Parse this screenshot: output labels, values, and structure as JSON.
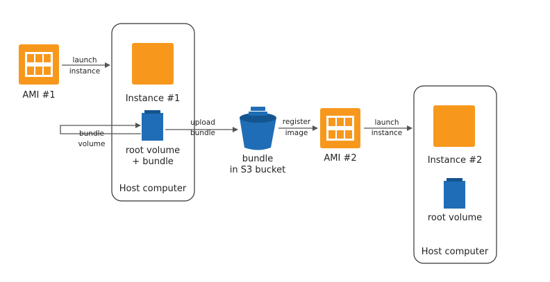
{
  "ami1_label": "AMI #1",
  "launch_instance_1": [
    "launch",
    "instance"
  ],
  "instance1_label": "Instance #1",
  "bundle_volume": [
    "bundle",
    "volume"
  ],
  "root_volume_bundle": [
    "root volume",
    "+ bundle"
  ],
  "host1_label": "Host computer",
  "upload_bundle": [
    "upload",
    "bundle"
  ],
  "bucket_label": [
    "bundle",
    "in S3 bucket"
  ],
  "register_image": [
    "register",
    "image"
  ],
  "ami2_label": "AMI #2",
  "launch_instance_2": [
    "launch",
    "instance"
  ],
  "instance2_label": "Instance #2",
  "root_volume_2": "root volume",
  "host2_label": "Host computer",
  "colors": {
    "orange": "#F7981D",
    "orange_dark": "#E07F0E",
    "blue": "#1F6DB6",
    "blue_dark": "#14548F",
    "arrow": "#555555",
    "host_border": "#333333"
  }
}
